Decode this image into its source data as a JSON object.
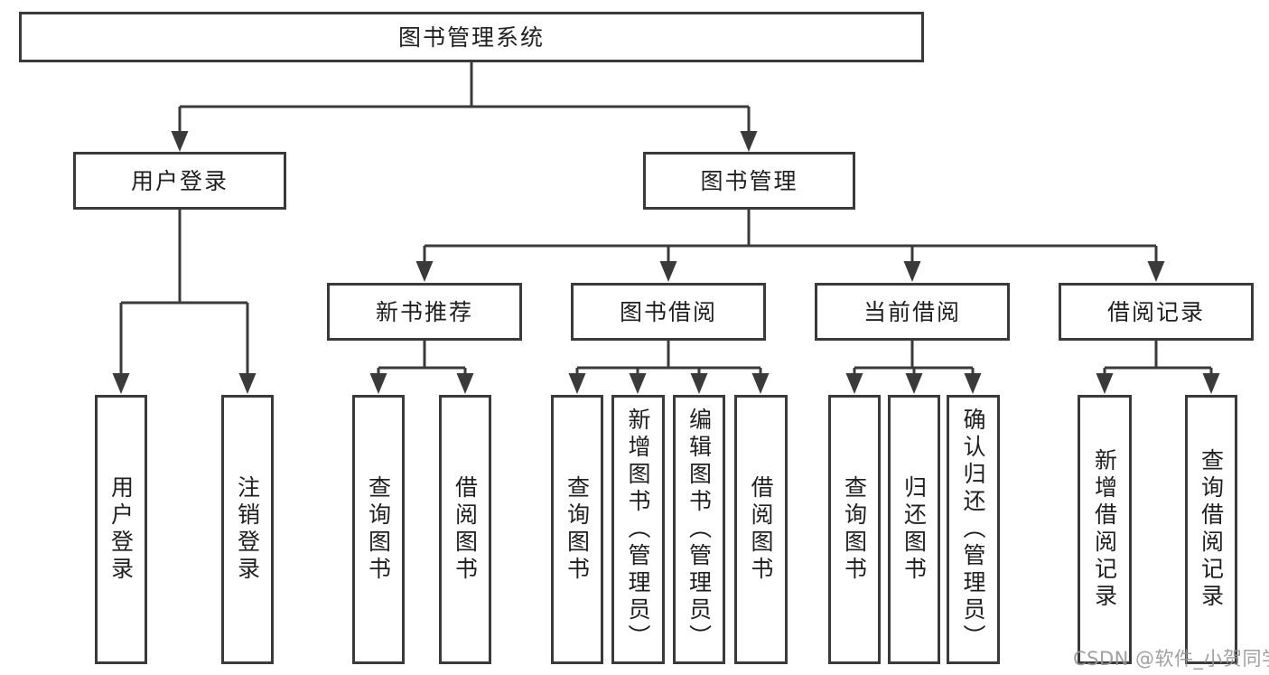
{
  "diagram": {
    "root": {
      "label": "图书管理系统"
    },
    "branches": [
      {
        "label": "用户登录",
        "children": [
          {
            "label": "用户登录"
          },
          {
            "label": "注销登录"
          }
        ]
      },
      {
        "label": "图书管理",
        "children": [
          {
            "label": "新书推荐",
            "children": [
              {
                "label": "查询图书"
              },
              {
                "label": "借阅图书"
              }
            ]
          },
          {
            "label": "图书借阅",
            "children": [
              {
                "label": "查询图书"
              },
              {
                "label": "新增图书（管理员）"
              },
              {
                "label": "编辑图书（管理员）"
              },
              {
                "label": "借阅图书"
              }
            ]
          },
          {
            "label": "当前借阅",
            "children": [
              {
                "label": "查询图书"
              },
              {
                "label": "归还图书"
              },
              {
                "label": "确认归还（管理员）"
              }
            ]
          },
          {
            "label": "借阅记录",
            "children": [
              {
                "label": "新增借阅记录"
              },
              {
                "label": "查询借阅记录"
              }
            ]
          }
        ]
      }
    ],
    "watermark": "CSDN @软件_小贺同学",
    "colors": {
      "line": "#3a3a3a",
      "border": "#3a3a3a",
      "text": "#1f1f1f",
      "background": "#ffffff",
      "watermark": "#969696"
    }
  }
}
